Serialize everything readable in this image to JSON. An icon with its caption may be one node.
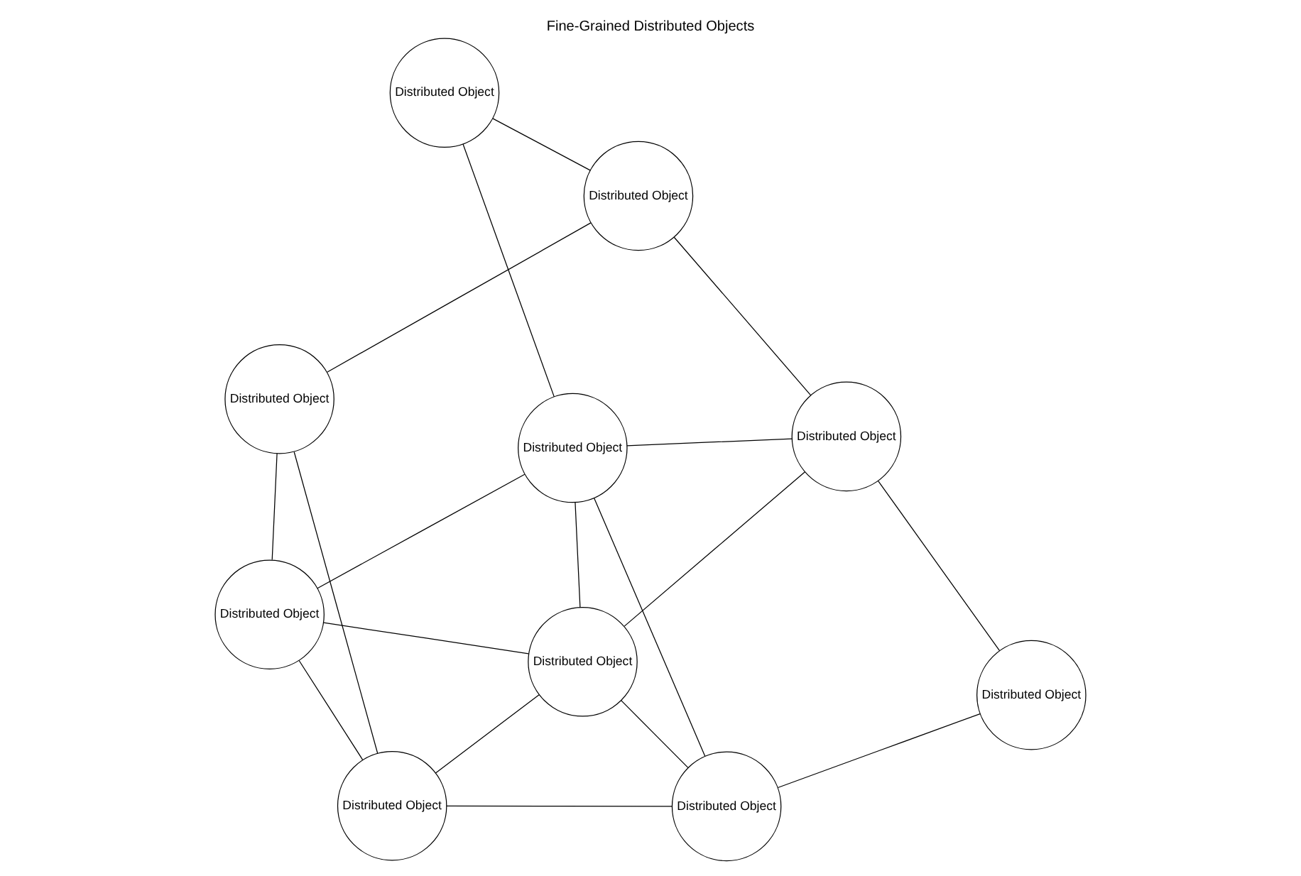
{
  "diagram": {
    "title": "Fine-Grained Distributed Objects",
    "nodes": [
      {
        "text": [
          "Distributed Object"
        ]
      },
      {
        "text": [
          "Distributed Object"
        ]
      },
      {
        "text": [
          "Distributed Object"
        ]
      },
      {
        "text": [
          "Distributed Object"
        ]
      },
      {
        "text": [
          "Distributed Object"
        ]
      },
      {
        "text": [
          "Distributed Object"
        ]
      },
      {
        "text": [
          "Distributed Object"
        ]
      },
      {
        "text": [
          "Distributed Object"
        ]
      },
      {
        "text": [
          "Distributed Object"
        ]
      },
      {
        "text": [
          "Distributed Object"
        ]
      }
    ],
    "edges": [
      {
        "from": 0,
        "to": 4,
        "arrow": "none"
      },
      {
        "from": 0,
        "to": 5,
        "arrow": "none"
      },
      {
        "from": 1,
        "to": 2,
        "arrow": "none"
      },
      {
        "from": 1,
        "to": 7,
        "arrow": "none"
      },
      {
        "from": 2,
        "to": 5,
        "arrow": "none"
      },
      {
        "from": 2,
        "to": 8,
        "arrow": "none"
      },
      {
        "from": 2,
        "to": 6,
        "arrow": "none"
      },
      {
        "from": 3,
        "to": 4,
        "arrow": "none"
      },
      {
        "from": 3,
        "to": 6,
        "arrow": "none"
      },
      {
        "from": 3,
        "to": 9,
        "arrow": "none"
      },
      {
        "from": 4,
        "to": 7,
        "arrow": "none"
      },
      {
        "from": 5,
        "to": 7,
        "arrow": "none"
      },
      {
        "from": 5,
        "to": 8,
        "arrow": "none"
      },
      {
        "from": 5,
        "to": 9,
        "arrow": "none"
      },
      {
        "from": 6,
        "to": 8,
        "arrow": "none"
      },
      {
        "from": 6,
        "to": 9,
        "arrow": "none"
      },
      {
        "from": 7,
        "to": 8,
        "arrow": "none"
      },
      {
        "from": 8,
        "to": 9,
        "arrow": "none"
      }
    ]
  }
}
